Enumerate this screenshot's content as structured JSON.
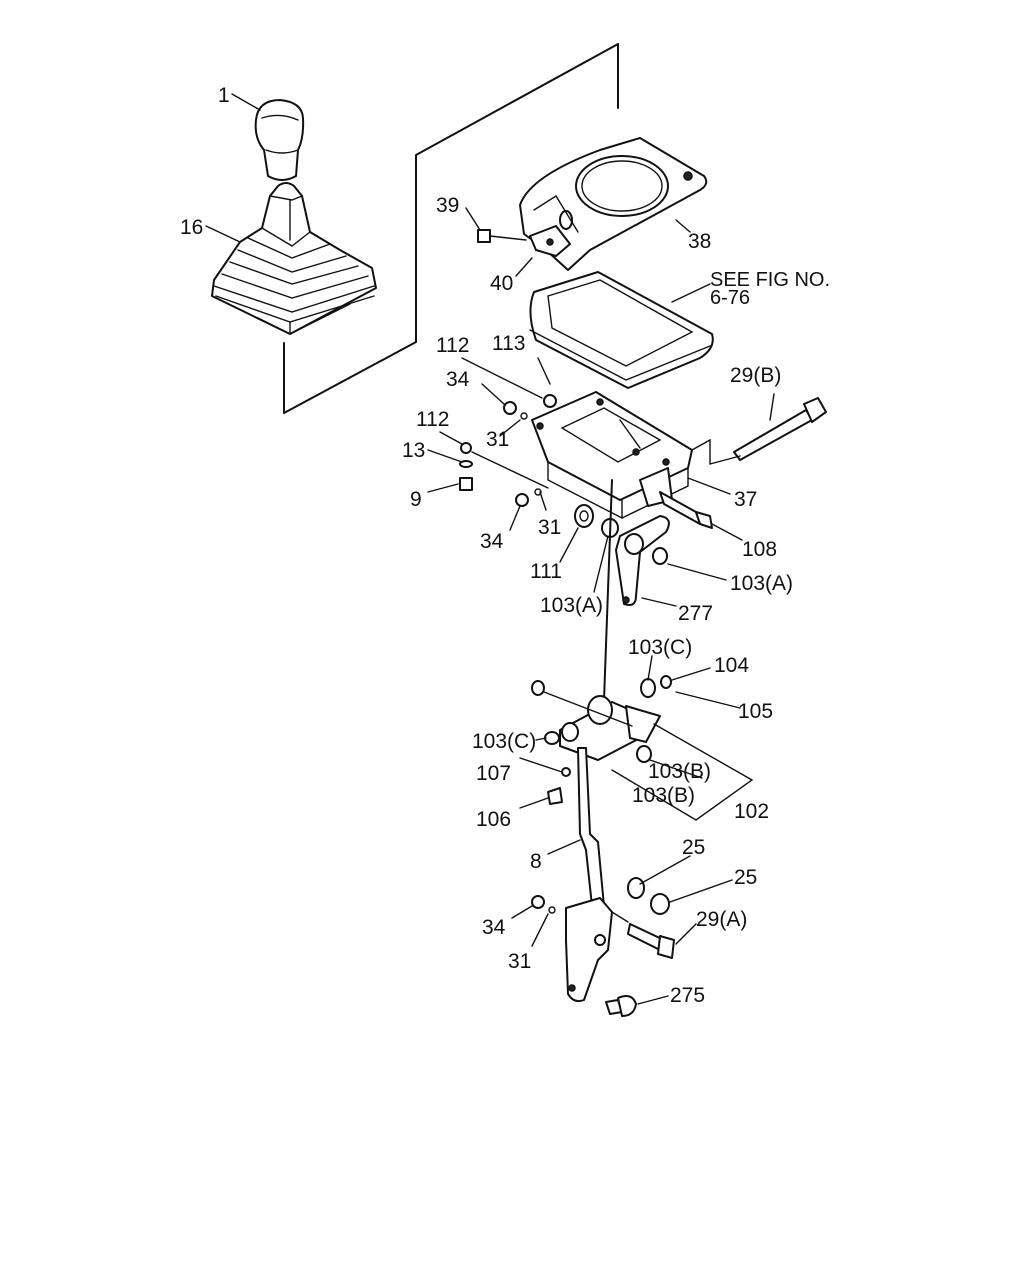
{
  "labels": {
    "l1": "1",
    "l16": "16",
    "l39": "39",
    "l38": "38",
    "l40": "40",
    "see_fig_line1": "SEE FIG NO.",
    "see_fig_line2": "6-76",
    "l112a": "112",
    "l113": "113",
    "l34a": "34",
    "l29b": "29(B)",
    "l112b": "112",
    "l31a": "31",
    "l13": "13",
    "l9": "9",
    "l31b": "31",
    "l37": "37",
    "l34b": "34",
    "l108": "108",
    "l111": "111",
    "l103a1": "103(A)",
    "l103a2": "103(A)",
    "l277": "277",
    "l103c1": "103(C)",
    "l104": "104",
    "l105": "105",
    "l103c2": "103(C)",
    "l107": "107",
    "l103b1": "103(B)",
    "l103b2": "103(B)",
    "l102": "102",
    "l106": "106",
    "l8": "8",
    "l25a": "25",
    "l25b": "25",
    "l34c": "34",
    "l29a": "29(A)",
    "l31c": "31",
    "l275": "275"
  }
}
